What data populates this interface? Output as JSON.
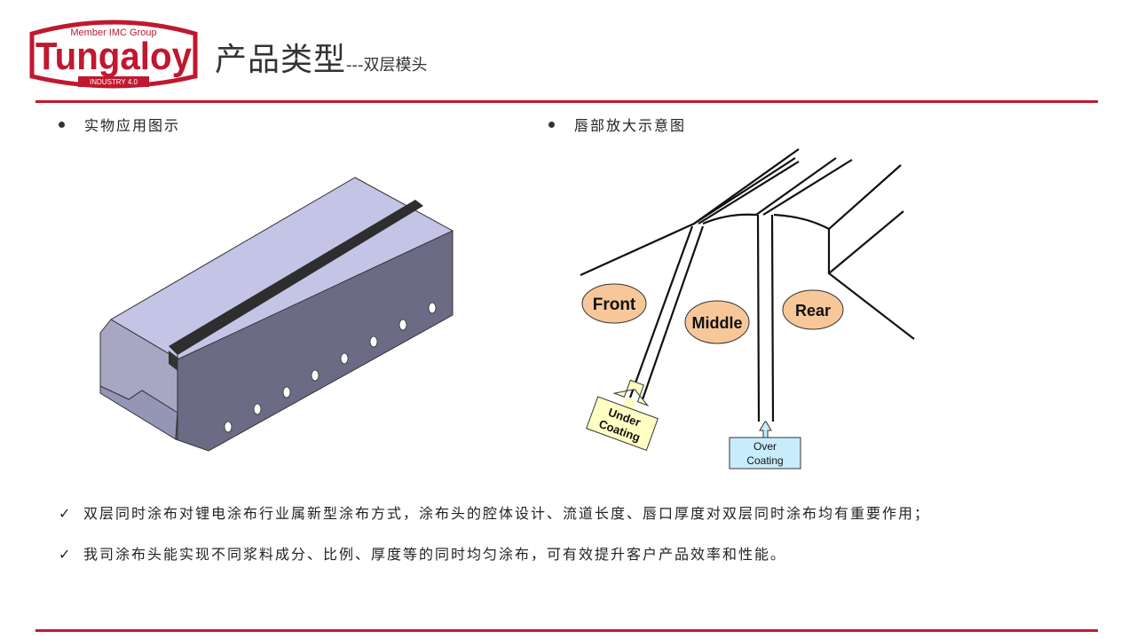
{
  "logo": {
    "tagline": "Member IMC Group",
    "wordmark": "Tungaloy",
    "sub": "INDUSTRY 4.0",
    "color": "#c0182f"
  },
  "title": {
    "main": "产品类型",
    "sub": "---双层模头"
  },
  "colors": {
    "accent": "#c0182f"
  },
  "left_section": {
    "heading": "实物应用图示"
  },
  "right_section": {
    "heading": "唇部放大示意图",
    "labels": {
      "front": "Front",
      "middle": "Middle",
      "rear": "Rear",
      "under_1": "Under",
      "under_2": "Coating",
      "over_1": "Over",
      "over_2": "Coating"
    }
  },
  "points": [
    "双层同时涂布对锂电涂布行业属新型涂布方式，涂布头的腔体设计、流道长度、唇口厚度对双层同时涂布均有重要作用；",
    "我司涂布头能实现不同浆料成分、比例、厚度等的同时均匀涂布，可有效提升客户产品效率和性能。"
  ],
  "check_glyph": "✓"
}
